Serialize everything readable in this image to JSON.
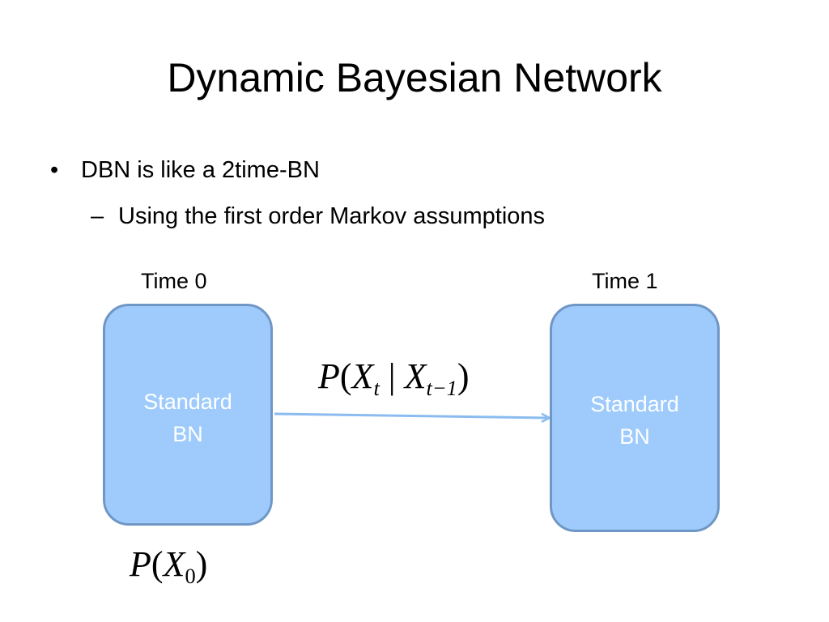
{
  "slide": {
    "title": "Dynamic Bayesian Network",
    "bullet": {
      "marker": "•",
      "text": "DBN is like a 2time-BN"
    },
    "sub_bullet": {
      "marker": "–",
      "text": "Using the first order Markov assumptions"
    }
  },
  "diagram": {
    "time0_label": "Time 0",
    "time1_label": "Time 1",
    "box0": {
      "line1": "Standard",
      "line2": "BN"
    },
    "box1": {
      "line1": "Standard",
      "line2": "BN"
    },
    "transition_formula": {
      "P": "P",
      "open": "(",
      "X1": "X",
      "sub1": "t",
      "bar": " | ",
      "X2": "X",
      "sub2": "t−1",
      "close": ")"
    },
    "prior_formula": {
      "P": "P",
      "open": "(",
      "X": "X",
      "sub": "0",
      "close": ")"
    },
    "colors": {
      "box_fill": "#9ecbfc",
      "box_border": "#6f97c5",
      "arrow": "#8bbcf0"
    }
  }
}
